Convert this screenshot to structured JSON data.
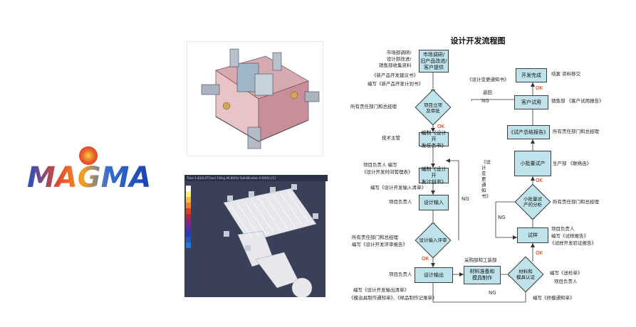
{
  "logo": {
    "text": "MAGMA"
  },
  "simulation": {
    "header": "Time 3.42(0.077sec) Filling 49.80(%) Solidification 0.00(%) [C]"
  },
  "flowchart": {
    "title": "设计开发流程图",
    "boxes": {
      "market": "市场调研/\n旧产品改进/\n客户提供",
      "task_book": "编制《设计开\n发任务书》",
      "plan": "编制《设计开\n发计划书》",
      "design_input": "设计输入",
      "design_output": "设计输出",
      "material": "材料准备和\n模具制作",
      "complete": "开发完成",
      "customer_trial": "客户试用",
      "summary": "《试产总结报告》",
      "small_batch": "小批量试产",
      "trial": "试样"
    },
    "diamonds": {
      "approval": "项目立项\n及审批",
      "input_review": "设计输入评审",
      "material_cert": "材料和\n模具认证",
      "trial_analysis": "小批量试\n产的分析"
    },
    "notes": {
      "market_left": "市场部调研/\n设计部改进/\n销售部收集资料",
      "proposal": "《新产品开发建议书》",
      "plan_doc": "编写《新产品开发计划书》",
      "managers_1": "所有责任部门和总经理",
      "tech_manager": "技术主管",
      "pm_write": "项目负责人 编写",
      "plan_mgmt": "《设计开发时间管理表》",
      "input_list": "编写《设计开发输入清单》",
      "pm_1": "项目负责人",
      "review_1": "所有责任部门和总经理",
      "review_2": "编写《设计开发评审报告》",
      "pm_2": "项目负责人",
      "output_1": "编写《设计开发输出清单》",
      "output_2": "《模治具制作通知单》、《样品制作记录单》",
      "purchase": "采购部和工装部",
      "change_notice": "《设计变更通知书》",
      "returnto": "返回",
      "vertical_notice": "《设计变更通知书》",
      "archive": "结案 资料移交",
      "sales": "销售部 《客户试用报告》",
      "managers_2": "所有责任部门和总经理",
      "production": "生产部 《联络函》",
      "managers_3": "所有责任部门和总经理",
      "pm_3": "项目负责人",
      "trial_report": "编写《试样报告》",
      "trial_verify": "《试样开发验证报告》",
      "send_sample": "编写《送检单》",
      "pm_4": "项目负责人",
      "mold_repair": "编写《修模通知单》"
    },
    "ok": "OK",
    "ng": "NG"
  }
}
